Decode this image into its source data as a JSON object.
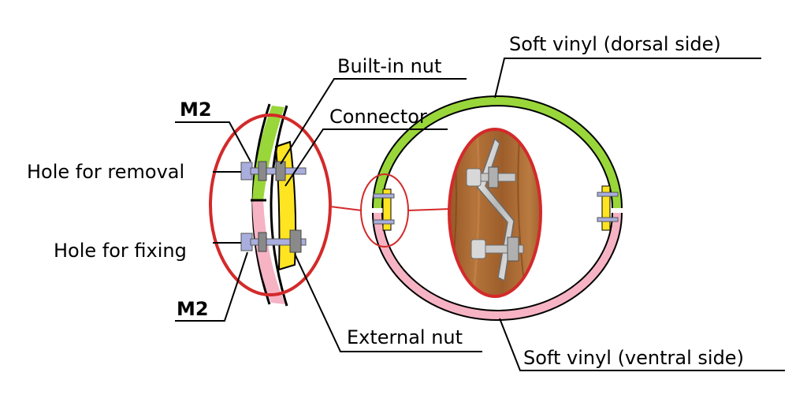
{
  "labels": {
    "m2_top": "M2",
    "hole_removal": "Hole for removal",
    "hole_fixing": "Hole for fixing",
    "m2_bottom": "M2",
    "built_in_nut": "Built-in nut",
    "connector": "Connector",
    "external_nut": "External nut",
    "soft_vinyl_dorsal": "Soft vinyl (dorsal side)",
    "soft_vinyl_ventral": "Soft vinyl (ventral side)"
  },
  "colors": {
    "dorsal_vinyl": "#99d63a",
    "ventral_vinyl": "#f6b3c4",
    "connector": "#ffe422",
    "bolt": "#a9aede",
    "nut": "#8a8a8a",
    "callout_circle": "#d32a2a",
    "outline": "#000000",
    "photo_wood": "#a9652d"
  },
  "icons": {
    "photo": "connector-photo"
  }
}
